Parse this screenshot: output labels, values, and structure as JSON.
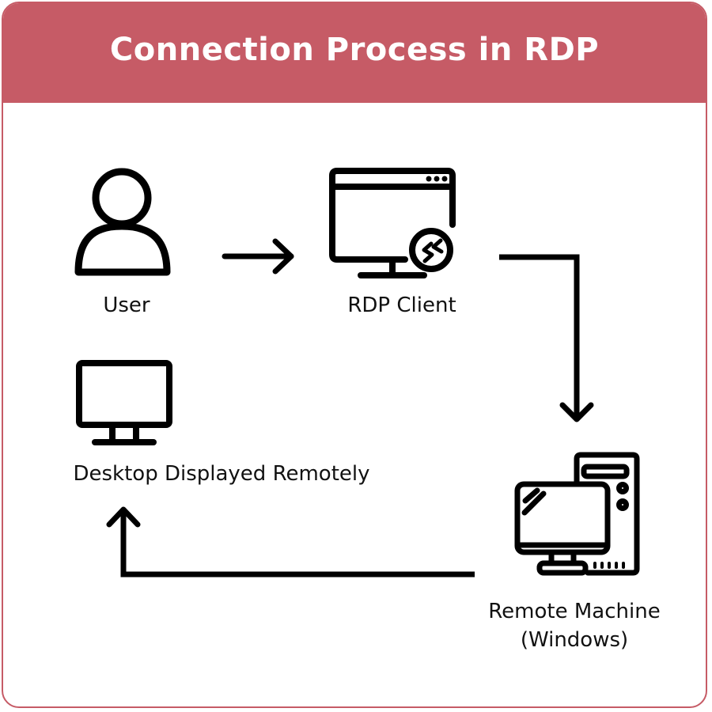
{
  "title": "Connection Process in RDP",
  "colors": {
    "header_bg": "#c65b66",
    "border": "#c65b66",
    "stroke": "#000000",
    "title_text": "#ffffff"
  },
  "nodes": {
    "user": {
      "label": "User",
      "icon": "user-icon"
    },
    "rdp_client": {
      "label": "RDP Client",
      "icon": "rdp-client-monitor-icon"
    },
    "remote_machine": {
      "label_line1": "Remote Machine",
      "label_line2": "(Windows)",
      "icon": "desktop-computer-tower-icon"
    },
    "desktop": {
      "label": "Desktop Displayed Remotely",
      "icon": "monitor-icon"
    }
  },
  "edges": [
    {
      "from": "User",
      "to": "RDP Client"
    },
    {
      "from": "RDP Client",
      "to": "Remote Machine (Windows)"
    },
    {
      "from": "Remote Machine (Windows)",
      "to": "Desktop Displayed Remotely"
    }
  ]
}
